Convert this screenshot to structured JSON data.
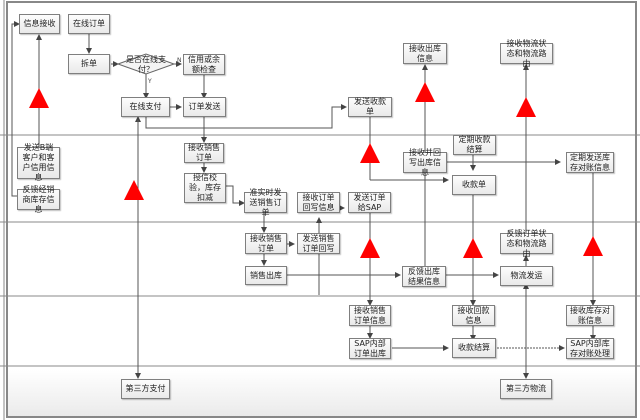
{
  "diagram": {
    "colors": {
      "border": "#7f7f7f",
      "line": "#555555",
      "marker": "#ff0000",
      "lane_line": "#666666"
    },
    "nodes": {
      "info_receive": "信息接收",
      "online_order": "在线订单",
      "split_order": "拆单",
      "is_online_pay": "是否在线支付？",
      "decision_yes": "Y",
      "decision_no": "N",
      "credit_check": "信用或余额检查",
      "online_pay": "在线支付",
      "order_send": "订单发送",
      "send_receipt": "发送收款单",
      "recv_out_info": "接收出库信息",
      "recv_logistics": "接收物流状态和物流路由",
      "send_b2b_credit": "发送B端客户和客户信用信息",
      "feedback_dealer_stock": "反馈经销商库存信息",
      "recv_sales_order": "接收销售订单",
      "credit_verify_stock": "授信校验，库存扣减",
      "realtime_send_order": "准实时发送销售订单",
      "recv_order_writeback": "接收订单回写信息",
      "send_order_sap": "发送订单给SAP",
      "recv_writeback_out": "接收并回写出库信息",
      "periodic_settle": "定期收款结算",
      "receipt": "收款单",
      "periodic_stock_recon": "定期发送库存对账信息",
      "recv_sales_order_2": "接收销售订单",
      "send_order_writeback": "发送销售订单回写",
      "sales_out": "销售出库",
      "feedback_out_result": "反馈出库结果信息",
      "feedback_order_status": "反馈订单状态和物流路由",
      "logistics_ship": "物流发运",
      "recv_sales_order_info": "接收销售订单信息",
      "recv_payment_info": "接收回款信息",
      "recv_stock_recon": "接收库存对账信息",
      "sap_internal_out": "SAP内部订单出库",
      "payment_settle": "收款结算",
      "sap_stock_recon": "SAP内部库存对账处理",
      "third_party_pay": "第三方支付",
      "third_party_logistics": "第三方物流"
    }
  }
}
